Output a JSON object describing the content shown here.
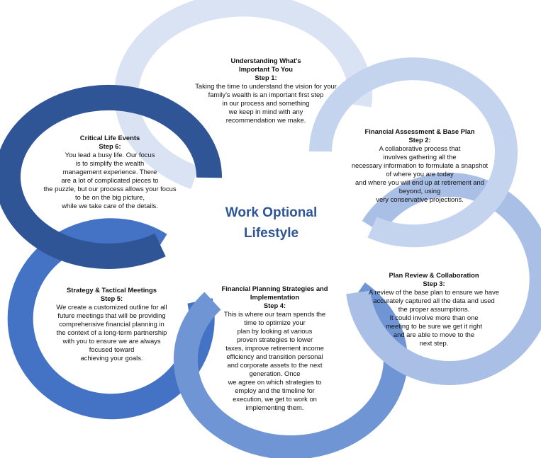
{
  "diagram": {
    "center_title": "Work Optional\nLifestyle",
    "colors": {
      "center_title": "#2f5597",
      "ring_step1": "#dae3f3",
      "ring_step2": "#c5d4ee",
      "ring_step3": "#a9bfe6",
      "ring_step4": "#6f95d4",
      "ring_step5": "#4472c4",
      "ring_step6": "#2f5597"
    },
    "steps": [
      {
        "title": "Understanding What's\nImportant To You",
        "number": "Step 1:",
        "body": "Taking the time to understand the vision for your\nfamily's wealth is an important first step\nin our process and something\nwe keep in mind with any\nrecommendation we make."
      },
      {
        "title": "Financial Assessment & Base Plan",
        "number": "Step 2:",
        "body": "A collaborative process that\ninvolves gathering all the\nnecessary information to formulate a snapshot\nof where you are today\nand where you will end up at retirement and\nbeyond, using\nvery conservative projections."
      },
      {
        "title": "Plan Review & Collaboration",
        "number": "Step 3:",
        "body": "A review of the base plan to ensure we have\naccurately captured all the data and used\nthe proper assumptions.\nIt could involve more than one\nmeeting to be sure we get it right\nand are able to move to the\nnext step."
      },
      {
        "title": "Financial Planning Strategies and\nImplementation",
        "number": "Step 4:",
        "body": "This is where our team spends the\ntime to optimize your\nplan by looking at various\nproven strategies to lower\ntaxes, improve retirement income\nefficiency and transition personal\nand corporate assets to the next\ngeneration. Once\nwe agree on which strategies to\nemploy and the timeline for\nexecution, we get to work on\nimplementing them."
      },
      {
        "title": "Strategy & Tactical Meetings",
        "number": "Step 5:",
        "body": "We create a customized outline for all\nfuture meetings that will be providing\ncomprehensive financial planning in\nthe context of a long-term partnership\nwith you to ensure we are always\nfocused toward\nachieving your goals."
      },
      {
        "title": "Critical Life Events",
        "number": "Step 6:",
        "body": "You lead a busy life. Our focus\nis to simplify the wealth\nmanagement experience. There\nare a lot of complicated pieces to\nthe puzzle, but our process allows your focus\nto be on the big picture,\nwhile we take care of the details."
      }
    ]
  }
}
